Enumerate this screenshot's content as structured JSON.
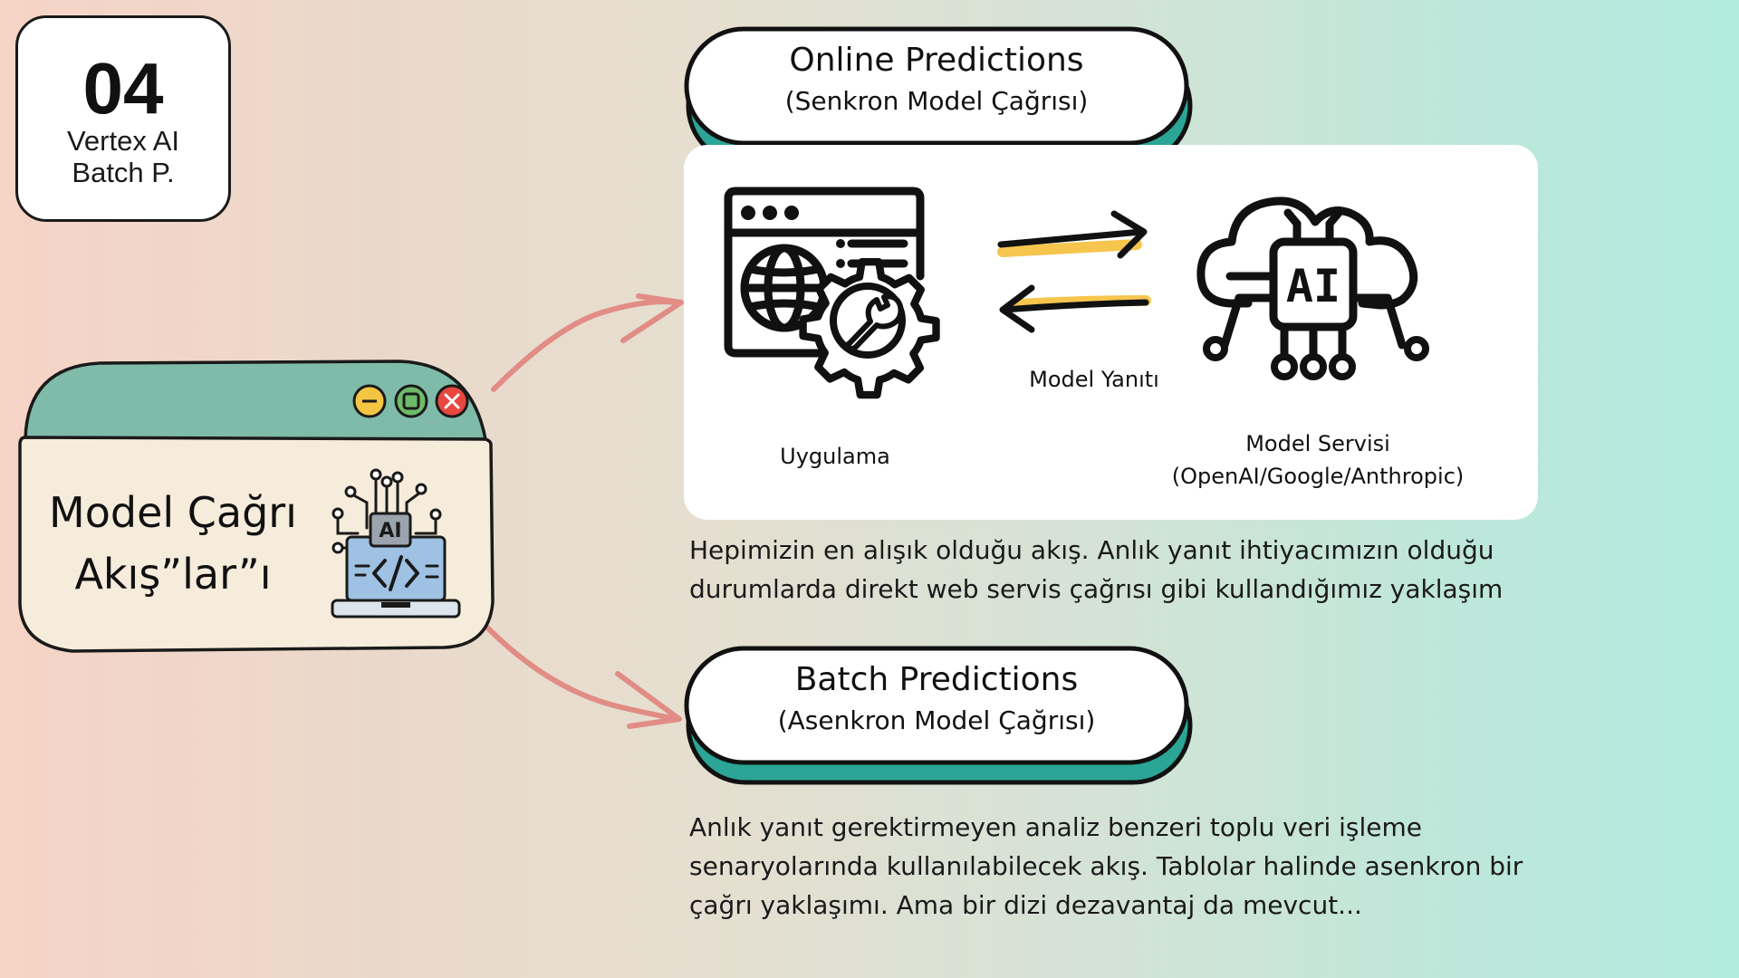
{
  "badge": {
    "number": "04",
    "line1": "Vertex AI",
    "line2": "Batch P."
  },
  "window": {
    "title_line1": "Model Çağrı",
    "title_line2": "Akış”lar”ı",
    "button_colors": {
      "minimize": "#f4c542",
      "maximize": "#6dbb6a",
      "close": "#e8473f"
    }
  },
  "online": {
    "title": "Online Predictions",
    "subtitle": "(Senkron Model Çağrısı)",
    "app_label": "Uygulama",
    "response_label": "Model Yanıtı",
    "service_label_line1": "Model Servisi",
    "service_label_line2": "(OpenAI/Google/Anthropic)",
    "description_line1": "Hepimizin en alışık olduğu akış. Anlık yanıt ihtiyacımızın olduğu",
    "description_line2": "durumlarda direkt web servis çağrısı gibi kullandığımız yaklaşım"
  },
  "batch": {
    "title": "Batch Predictions",
    "subtitle": "(Asenkron Model Çağrısı)",
    "description_line1": "Anlık yanıt gerektirmeyen analiz benzeri toplu veri işleme",
    "description_line2": "senaryolarında kullanılabilecek akış. Tablolar halinde asenkron bir",
    "description_line3": "çağrı yaklaşımı. Ama bir dizi dezavantaj da mevcut..."
  },
  "colors": {
    "teal": "#2aa596",
    "window_header": "#7fbba9",
    "window_body": "#f6ecdc",
    "connector": "#e28c86",
    "arrow_yellow": "#f6c54e",
    "ink": "#111111"
  }
}
